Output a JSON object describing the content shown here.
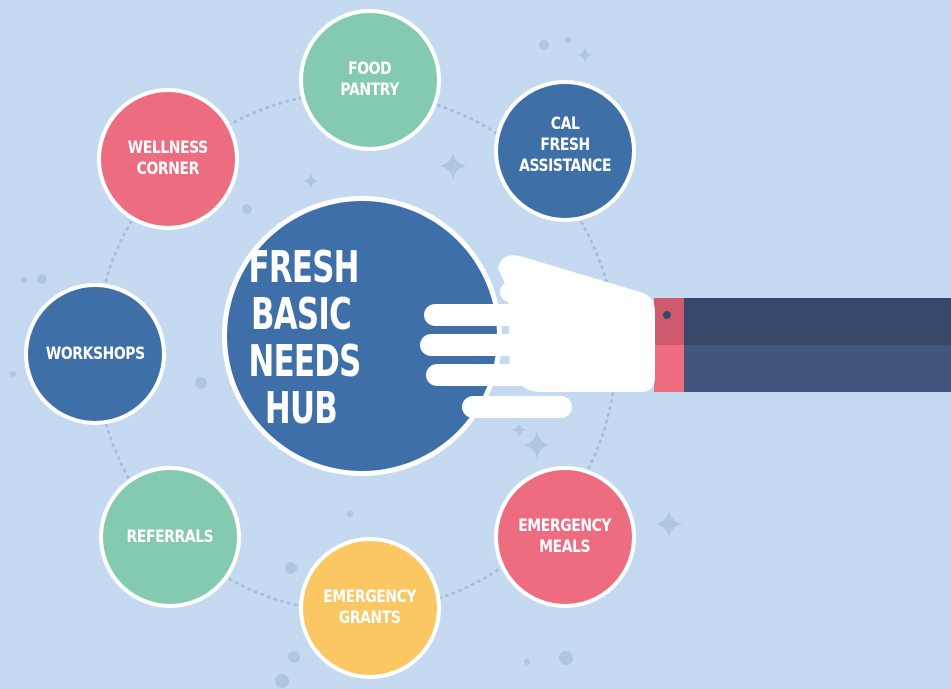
{
  "colors": {
    "background": "#c5daf0",
    "hub": "#3f6fa8",
    "blue": "#3e6fa6",
    "green": "#84cab0",
    "pink": "#ee6c80",
    "yellow": "#fac762",
    "sleeve": "#38486a",
    "cuff": "#ee6c80"
  },
  "hub": {
    "label": "FRESH\nBASIC\nNEEDS\nHUB"
  },
  "nodes": [
    {
      "id": "food-pantry",
      "label": "FOOD\nPANTRY",
      "color": "green"
    },
    {
      "id": "cal-fresh-assistance",
      "label": "CAL\nFRESH\nASSISTANCE",
      "color": "blue"
    },
    {
      "id": "emergency-meals",
      "label": "EMERGENCY\nMEALS",
      "color": "pink"
    },
    {
      "id": "emergency-grants",
      "label": "EMERGENCY\nGRANTS",
      "color": "yellow"
    },
    {
      "id": "referrals",
      "label": "REFERRALS",
      "color": "green"
    },
    {
      "id": "workshops",
      "label": "WORKSHOPS",
      "color": "blue"
    },
    {
      "id": "wellness-corner",
      "label": "WELLNESS\nCORNER",
      "color": "pink"
    }
  ]
}
